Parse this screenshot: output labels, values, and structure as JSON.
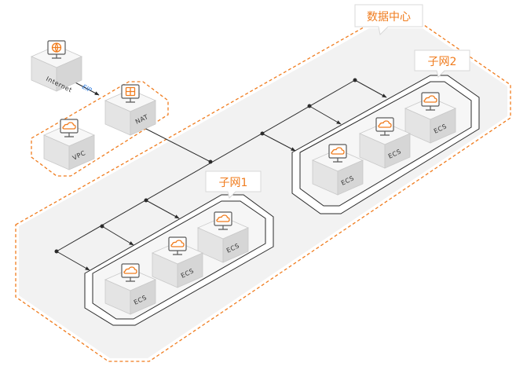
{
  "regions": {
    "datacenter_label": "数据中心",
    "subnet1_label": "子网1",
    "subnet2_label": "子网2"
  },
  "nodes": {
    "internet": "Internet",
    "vpc": "VPC",
    "nat": "NAT",
    "ecs": "ECS"
  },
  "links": {
    "eip": "EIP"
  },
  "colors": {
    "accent": "#f07c1e",
    "eip_text": "#2f7de1"
  }
}
